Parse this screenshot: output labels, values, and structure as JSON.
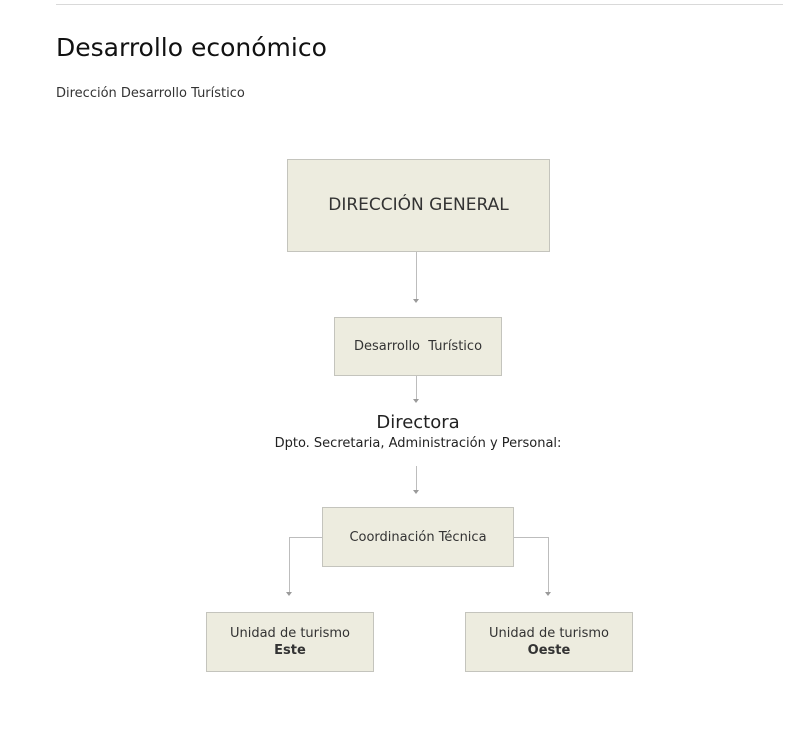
{
  "page": {
    "title": "Desarrollo económico",
    "subtitle": "Dirección Desarrollo Turístico"
  },
  "org_chart": {
    "root": {
      "label": "DIRECCIÓN GENERAL"
    },
    "level2": {
      "label": "Desarrollo  Turístico"
    },
    "role": {
      "title": "Directora",
      "department": "Dpto. Secretaria, Administración y Personal:"
    },
    "coordination": {
      "label": "Coordinación Técnica"
    },
    "units": [
      {
        "line1": "Unidad de turismo",
        "line2": "Este"
      },
      {
        "line1": "Unidad de turismo",
        "line2": "Oeste"
      }
    ],
    "colors": {
      "box_fill": "#edecdf",
      "box_border": "#c4c4bd",
      "connector": "#bdbdbd"
    }
  }
}
